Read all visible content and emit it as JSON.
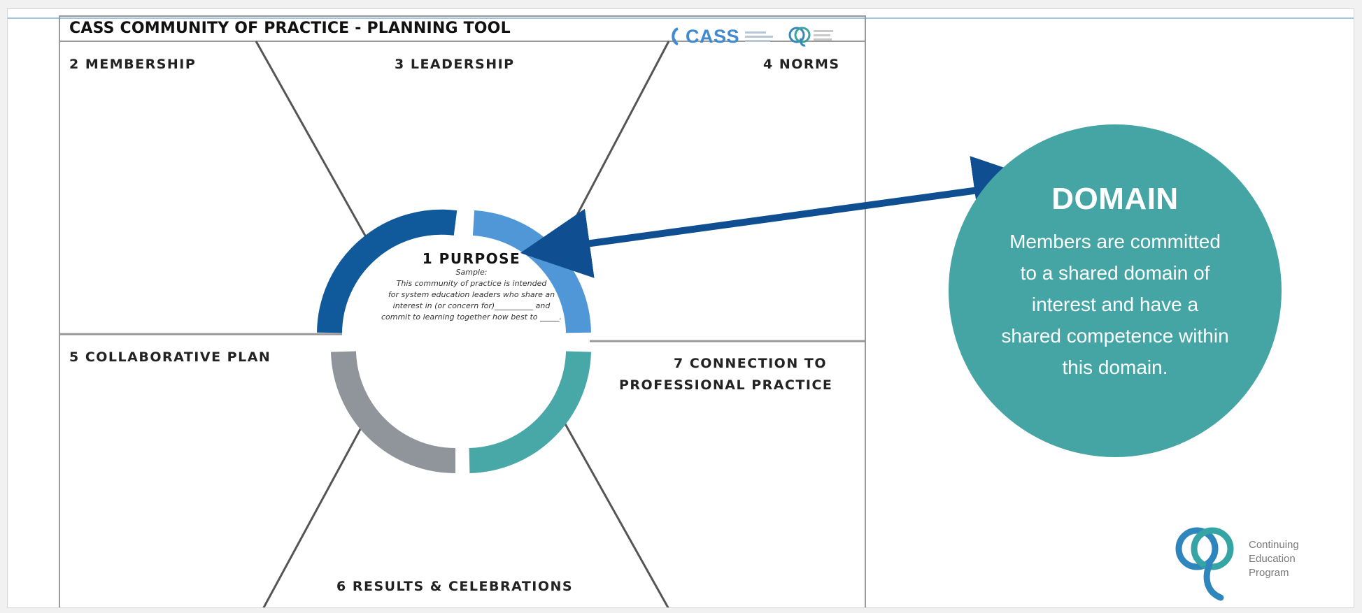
{
  "header": {
    "title": "CASS COMMUNITY OF PRACTICE - PLANNING TOOL"
  },
  "logos": {
    "cass": {
      "text": "CASS",
      "icon": "cass-logo-icon",
      "color": "#3f8ad0"
    },
    "continuing_education": {
      "icon": "continuing-education-logo-icon",
      "lines": [
        "Continuing",
        "Education",
        "Program"
      ]
    }
  },
  "sections": {
    "membership": "2 MEMBERSHIP",
    "leadership": "3 LEADERSHIP",
    "norms": "4 NORMS",
    "collaborative_plan": "5 COLLABORATIVE PLAN",
    "connection_line1": "7 CONNECTION TO",
    "connection_line2": "PROFESSIONAL PRACTICE",
    "results": "6 RESULTS & CELEBRATIONS"
  },
  "purpose": {
    "title": "1 PURPOSE",
    "sample_label": "Sample:",
    "lines": [
      "This community of practice is intended",
      "for system education leaders who share an",
      "interest in (or concern for)__________ and",
      "commit to learning together how best to _____."
    ]
  },
  "ring_colors": {
    "top_left": "#105a9c",
    "top_right": "#4f97d6",
    "bottom_right": "#48a8a8",
    "bottom_left": "#8f959a"
  },
  "domain": {
    "title": "DOMAIN",
    "lines": [
      "Members are committed",
      "to a shared domain of",
      "interest and have a",
      "shared competence within",
      "this domain."
    ],
    "circle_color": "#45a5a5",
    "arrow_color": "#0f4f91"
  }
}
